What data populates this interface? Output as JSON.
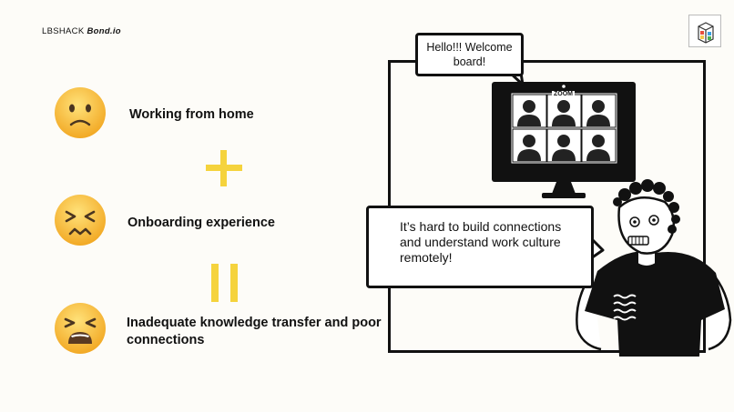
{
  "brand": {
    "prefix": "LBSHACK",
    "name": "Bond.io"
  },
  "items": [
    {
      "label": "Working from home",
      "emoji": "slightly-frowning-face-icon"
    },
    {
      "label": "Onboarding experience",
      "emoji": "confounded-face-icon"
    },
    {
      "label": "Inadequate knowledge transfer and poor connections",
      "emoji": "tired-face-icon"
    }
  ],
  "operators": {
    "plus": "plus-icon",
    "equals": "equals-icon"
  },
  "bubbles": {
    "welcome": "Hello!!! Welcome board!",
    "main": "It’s hard to build connections and understand work culture remotely!"
  },
  "monitor": {
    "label": "ZOOM"
  },
  "colors": {
    "background": "#fdfcf8",
    "accent": "#f5d33d",
    "emoji": "#f6b93b",
    "ink": "#111111"
  }
}
